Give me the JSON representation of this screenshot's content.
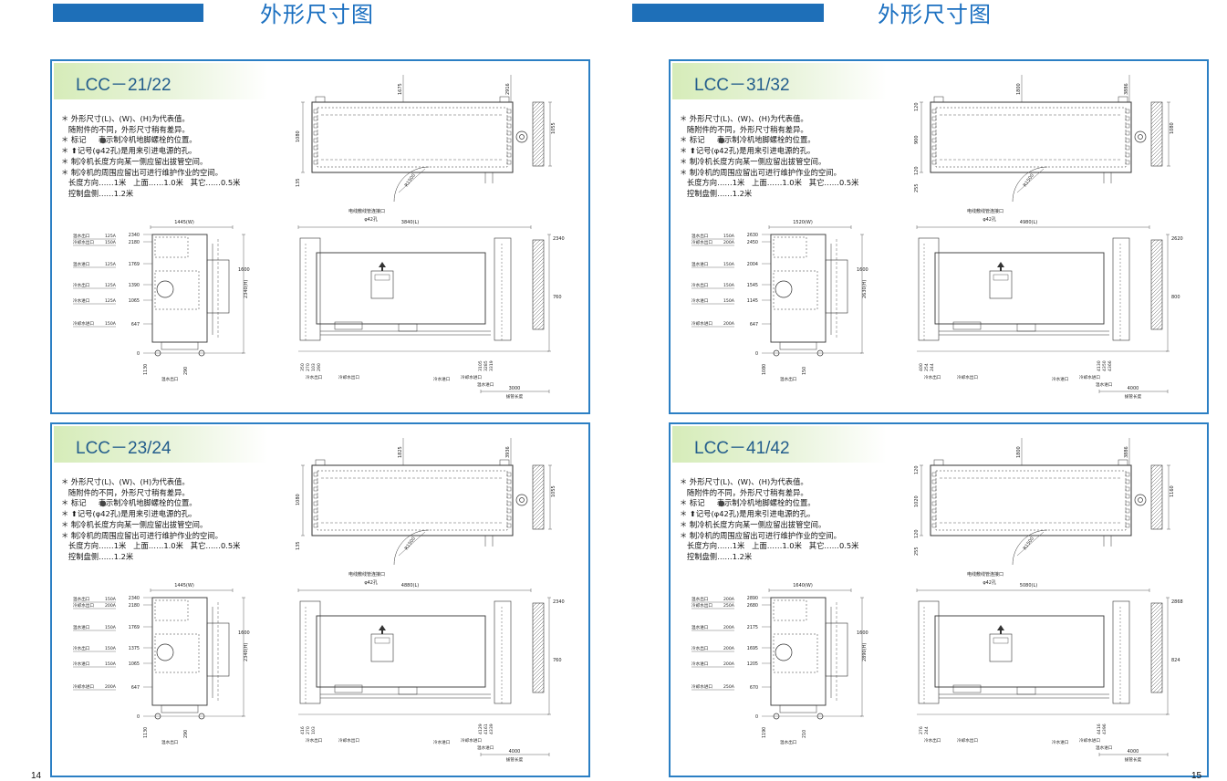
{
  "header": {
    "title_left": "外形尺寸图",
    "title_right": "外形尺寸图"
  },
  "colors": {
    "accent": "#1e6fb8",
    "panel_border": "#2b7fc4",
    "model_band": "#d6ecb9"
  },
  "page_numbers": {
    "left": "14",
    "right": "15"
  },
  "notes": "＊ 外形尺寸(L)、(W)、(H)为代表值。\n   随附件的不同，外形尺寸稍有差异。\n＊ 标记     表示制冷机地脚螺栓的位置。\n＊ ⬆记号(φ42孔)是用来引进电源的孔。\n＊ 制冷机长度方向某一侧应留出拔管空间。\n＊ 制冷机的周围应留出可进行维护作业的空间。\n   长度方向……1米   上面……1.0米   其它……0.5米\n   控制盘侧……1.2米",
  "panels": [
    {
      "model": "LCC－21/22",
      "top_dims": {
        "d1": "1675",
        "d2": "2916",
        "h1": "1080",
        "h2": "135",
        "right_h": "1055"
      },
      "top_notes": {
        "cable": "电线敷线管连接口",
        "hole": "φ42孔",
        "r": "R1500"
      },
      "side": {
        "width": "1445(W)",
        "height": "2340(H)",
        "right_h": "1600"
      },
      "nozzles": [
        {
          "label": "温水出口",
          "size": "125A",
          "h": "2340"
        },
        {
          "label": "冷却水出口",
          "size": "150A",
          "h": "2180"
        },
        {
          "label": "温水进口",
          "size": "125A",
          "h": "1769"
        },
        {
          "label": "冷水出口",
          "size": "125A",
          "h": "1390"
        },
        {
          "label": "冷水进口",
          "size": "125A",
          "h": "1065"
        },
        {
          "label": "冷却水进口",
          "size": "150A",
          "h": "647"
        }
      ],
      "side_base": {
        "d1": "1130",
        "d2": "290",
        "zero": "0",
        "outlet": "温水出口"
      },
      "front": {
        "length": "3840(L)",
        "h1": "2340",
        "h2": "760",
        "base": [
          "350",
          "270",
          "103",
          "290"
        ],
        "right_base": [
          "3105",
          "3285",
          "3319"
        ],
        "pull": "3000",
        "pull_label": "拔管长度"
      },
      "front_labels": {
        "a": "冷水出口",
        "b": "冷却水出口",
        "c": "冷水进口",
        "d": "冷却水进口",
        "e": "温水进口"
      }
    },
    {
      "model": "LCC－31/32",
      "top_dims": {
        "d1": "1800",
        "d2": "3886",
        "h1": "900",
        "h0": "120",
        "h2": "120",
        "h3": "255",
        "right_h": "1080"
      },
      "top_notes": {
        "cable": "电线敷线管连接口",
        "hole": "φ42孔",
        "r": "R1500"
      },
      "side": {
        "width": "1520(W)",
        "height": "2630(H)",
        "right_h": "1600"
      },
      "nozzles": [
        {
          "label": "温水出口",
          "size": "150A",
          "h": "2630"
        },
        {
          "label": "冷却水出口",
          "size": "200A",
          "h": "2450"
        },
        {
          "label": "温水进口",
          "size": "150A",
          "h": "2004"
        },
        {
          "label": "冷水出口",
          "size": "150A",
          "h": "1545"
        },
        {
          "label": "冷水进口",
          "size": "150A",
          "h": "1145"
        },
        {
          "label": "冷却水进口",
          "size": "200A",
          "h": "647"
        }
      ],
      "side_base": {
        "d1": "1080",
        "d2": "150",
        "zero": "0",
        "outlet": "温水出口"
      },
      "front": {
        "length": "4980(L)",
        "h1": "2620",
        "h2": "800",
        "base": [
          "400",
          "254",
          "244"
        ],
        "right_base": [
          "4130",
          "4350",
          "4366"
        ],
        "pull": "4000",
        "pull_label": "拔管长度"
      },
      "front_labels": {
        "a": "冷水出口",
        "b": "冷却水出口",
        "c": "冷水进口",
        "d": "冷却水进口",
        "e": "温水进口"
      }
    },
    {
      "model": "LCC－23/24",
      "top_dims": {
        "d1": "1825",
        "d2": "3936",
        "h1": "1080",
        "h2": "135",
        "right_h": "1055"
      },
      "top_notes": {
        "cable": "电线敷线管连接口",
        "hole": "φ42孔",
        "r": "R1500"
      },
      "side": {
        "width": "1445(W)",
        "height": "2340(H)",
        "right_h": "1600"
      },
      "nozzles": [
        {
          "label": "温水出口",
          "size": "150A",
          "h": "2340"
        },
        {
          "label": "冷却水出口",
          "size": "200A",
          "h": "2180"
        },
        {
          "label": "温水进口",
          "size": "150A",
          "h": "1769"
        },
        {
          "label": "冷水出口",
          "size": "150A",
          "h": "1375"
        },
        {
          "label": "冷水进口",
          "size": "150A",
          "h": "1065"
        },
        {
          "label": "冷却水进口",
          "size": "200A",
          "h": "647"
        }
      ],
      "side_base": {
        "d1": "1130",
        "d2": "290",
        "zero": "0",
        "outlet": "温水出口"
      },
      "front": {
        "length": "4880(L)",
        "h1": "2340",
        "h2": "760",
        "base": [
          "416",
          "270",
          "103"
        ],
        "right_base": [
          "4129",
          "4161",
          "4339"
        ],
        "pull": "4000",
        "pull_label": "拔管长度"
      },
      "front_labels": {
        "a": "冷水出口",
        "b": "冷却水出口",
        "c": "冷水进口",
        "d": "冷却水进口",
        "e": "温水进口"
      }
    },
    {
      "model": "LCC－41/42",
      "top_dims": {
        "d1": "1800",
        "d2": "3886",
        "h1": "1020",
        "h0": "120",
        "h2": "120",
        "h3": "255",
        "right_h": "1160"
      },
      "top_notes": {
        "cable": "电线敷线管连接口",
        "hole": "φ42孔",
        "r": "R1500"
      },
      "side": {
        "width": "1640(W)",
        "height": "2890(H)",
        "right_h": "1600"
      },
      "nozzles": [
        {
          "label": "温水出口",
          "size": "200A",
          "h": "2890"
        },
        {
          "label": "冷却水出口",
          "size": "250A",
          "h": "2680"
        },
        {
          "label": "温水进口",
          "size": "200A",
          "h": "2175"
        },
        {
          "label": "冷水出口",
          "size": "200A",
          "h": "1695"
        },
        {
          "label": "冷水进口",
          "size": "200A",
          "h": "1205"
        },
        {
          "label": "冷却水进口",
          "size": "250A",
          "h": "670"
        }
      ],
      "side_base": {
        "d1": "1190",
        "d2": "210",
        "zero": "0",
        "outlet": "温水出口"
      },
      "front": {
        "length": "5080(L)",
        "h1": "2868",
        "h2": "824",
        "base": [
          "276",
          "244"
        ],
        "right_base": [
          "4416",
          "4396"
        ],
        "pull": "4000",
        "pull_label": "拔管长度"
      },
      "front_labels": {
        "a": "冷水出口",
        "b": "冷却水出口",
        "c": "冷水进口",
        "d": "冷却水进口",
        "e": "温水进口"
      }
    }
  ]
}
